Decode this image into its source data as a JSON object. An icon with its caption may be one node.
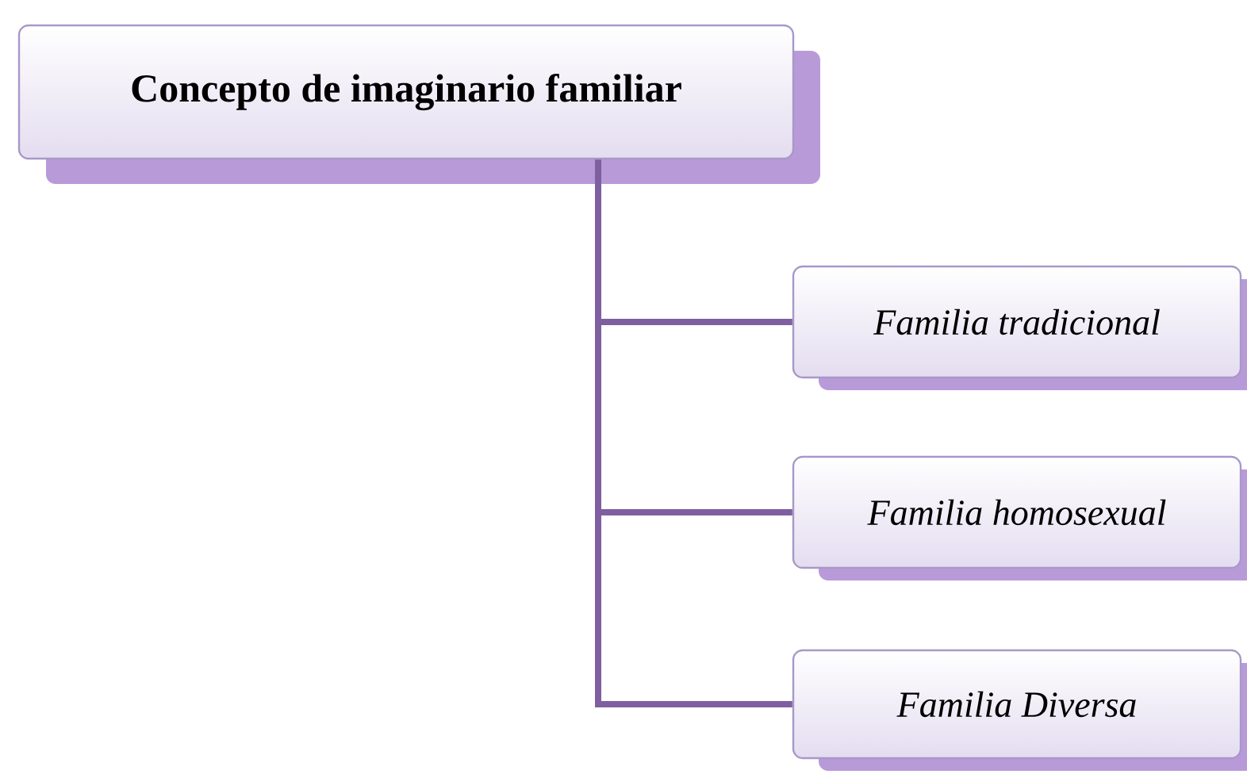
{
  "diagram": {
    "nodes": [
      {
        "text": [
          "Concepto de imaginario familiar"
        ]
      },
      {
        "text": [
          "Familia tradicional"
        ]
      },
      {
        "text": [
          "Familia homosexual"
        ]
      },
      {
        "text": [
          "Familia Diversa"
        ]
      }
    ],
    "edges": [
      {
        "from": 0,
        "to": 1,
        "arrow": "none"
      },
      {
        "from": 0,
        "to": 2,
        "arrow": "none"
      },
      {
        "from": 0,
        "to": 3,
        "arrow": "none"
      }
    ]
  }
}
